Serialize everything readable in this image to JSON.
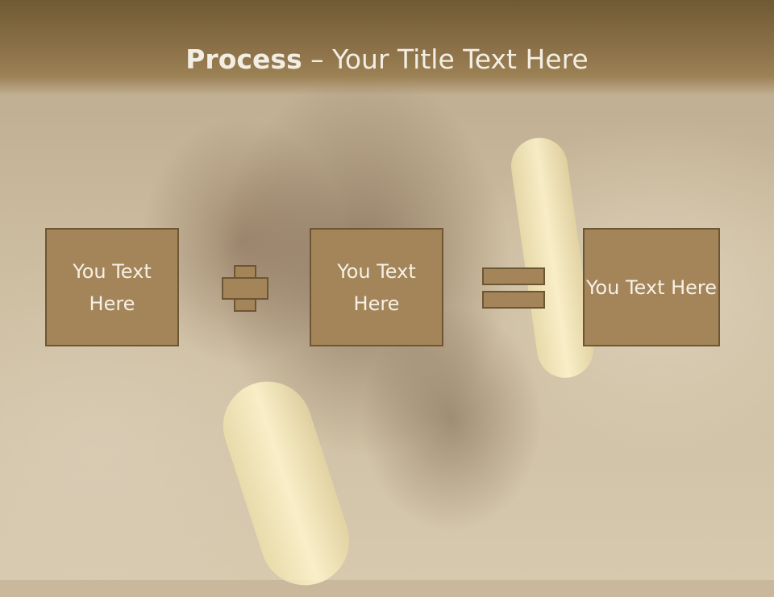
{
  "slide": {
    "title_bold": "Process",
    "title_dash": " – ",
    "title_rest": "Your Title Text Here"
  },
  "process": {
    "box1": "You Text Here",
    "box2": "You Text Here",
    "box3": "You Text Here",
    "operator1": "plus-icon",
    "operator2": "equals-icon"
  },
  "colors": {
    "header": "#8b7048",
    "box_fill": "#a4855a",
    "box_border": "#6d5634",
    "box_text": "#f6f1e6",
    "title_text": "#f3eee3"
  }
}
